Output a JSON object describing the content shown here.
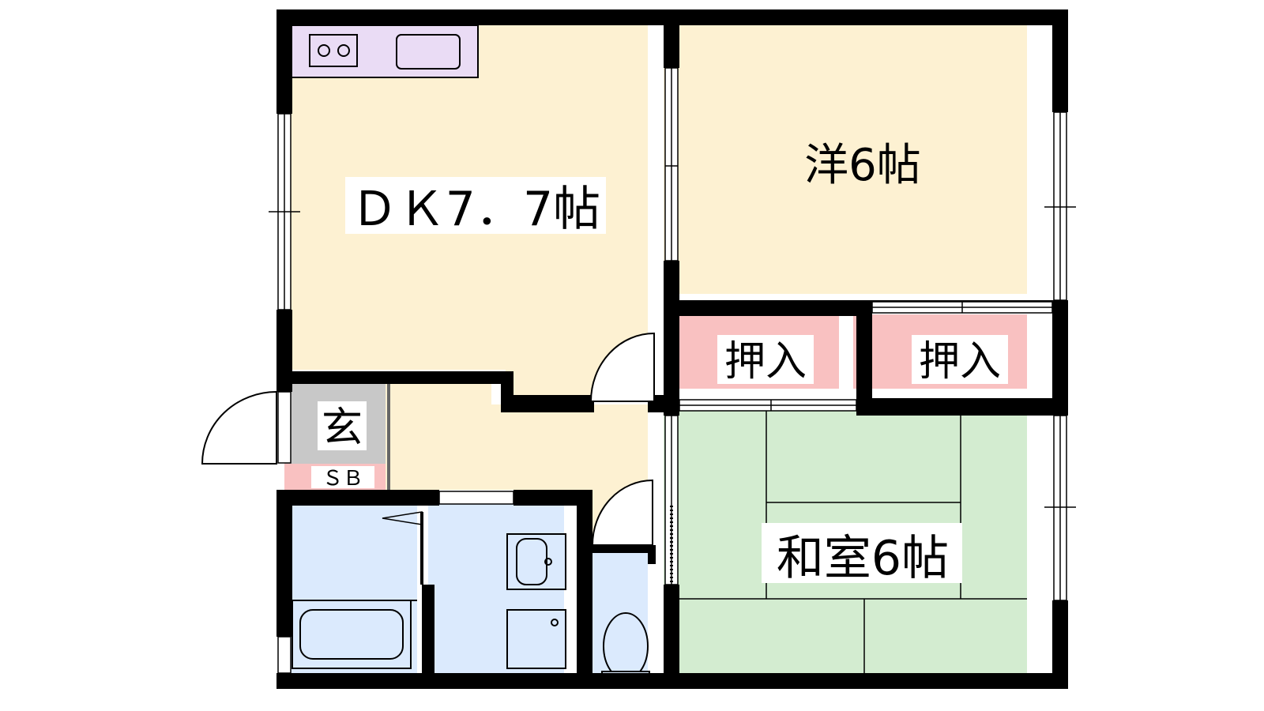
{
  "floorplan": {
    "rooms": {
      "dk": {
        "label": "ＤＫ7．7帖"
      },
      "western": {
        "label": "洋6帖"
      },
      "japanese": {
        "label": "和室6帖"
      },
      "closet_left": {
        "label": "押入"
      },
      "closet_right": {
        "label": "押入"
      },
      "entrance": {
        "label": "玄"
      },
      "shoe_box": {
        "label": "ＳＢ"
      }
    },
    "colors": {
      "wall": "#000000",
      "dk_floor": "#fdf1d2",
      "western_floor": "#fdf1d2",
      "japanese_floor": "#d3ecd0",
      "closet": "#f9c1c1",
      "entrance": "#c8c8c8",
      "wet_area": "#dbeafd",
      "kitchen": "#eadcf5"
    }
  }
}
